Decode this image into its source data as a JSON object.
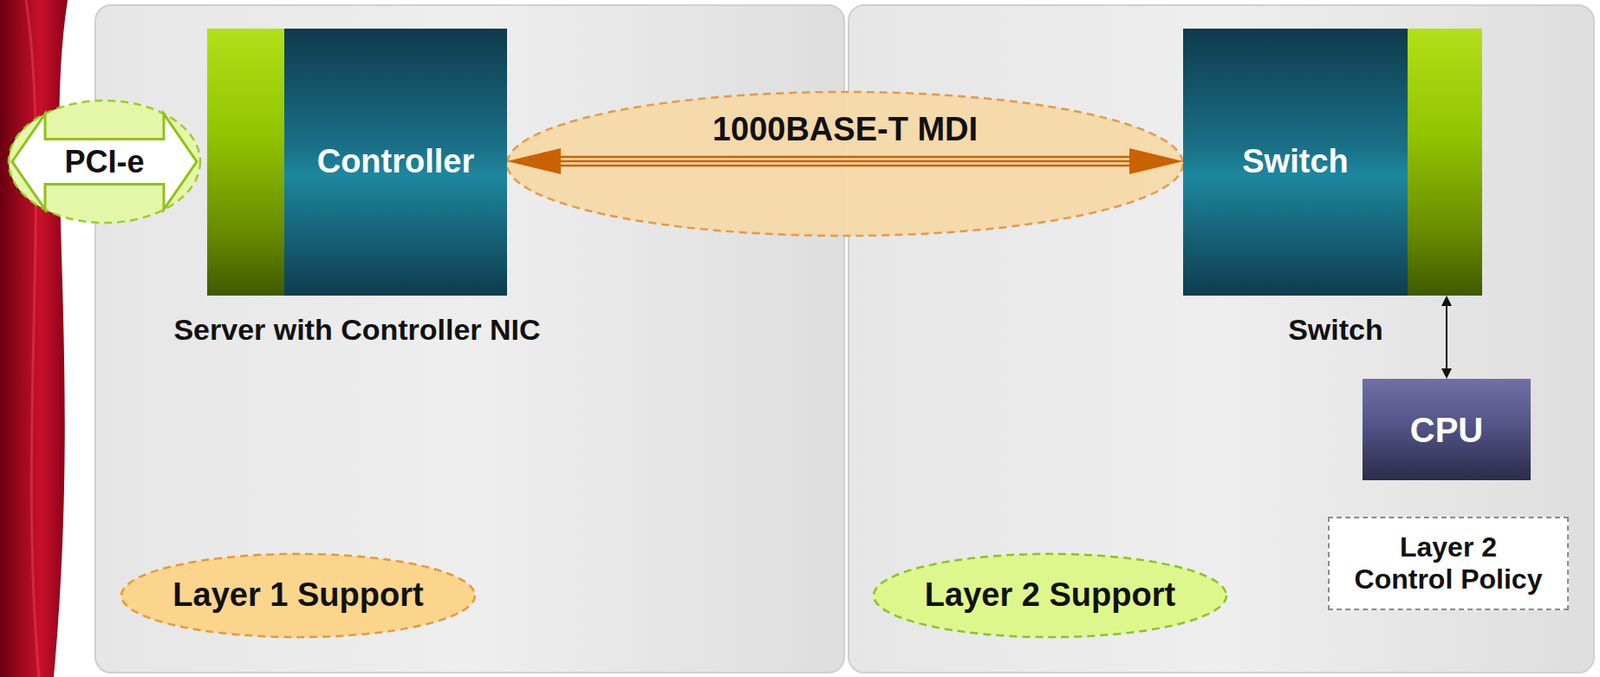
{
  "diagram": {
    "nodes": [
      {
        "text": [
          "PCI-e"
        ]
      },
      {
        "text": [
          "Controller",
          "Server with Controller NIC"
        ]
      },
      {
        "text": [
          "Switch",
          "Switch"
        ]
      },
      {
        "text": [
          "CPU"
        ]
      },
      {
        "text": [
          "Layer 2 Control Policy"
        ]
      },
      {
        "text": [
          "Layer 1 Support"
        ]
      },
      {
        "text": [
          "Layer 2 Support"
        ]
      }
    ],
    "edges": [
      {
        "from": 1,
        "to": 2,
        "label": "1000BASE-T MDI",
        "arrow": "both"
      },
      {
        "from": 2,
        "to": 3,
        "arrow": "both"
      }
    ]
  }
}
